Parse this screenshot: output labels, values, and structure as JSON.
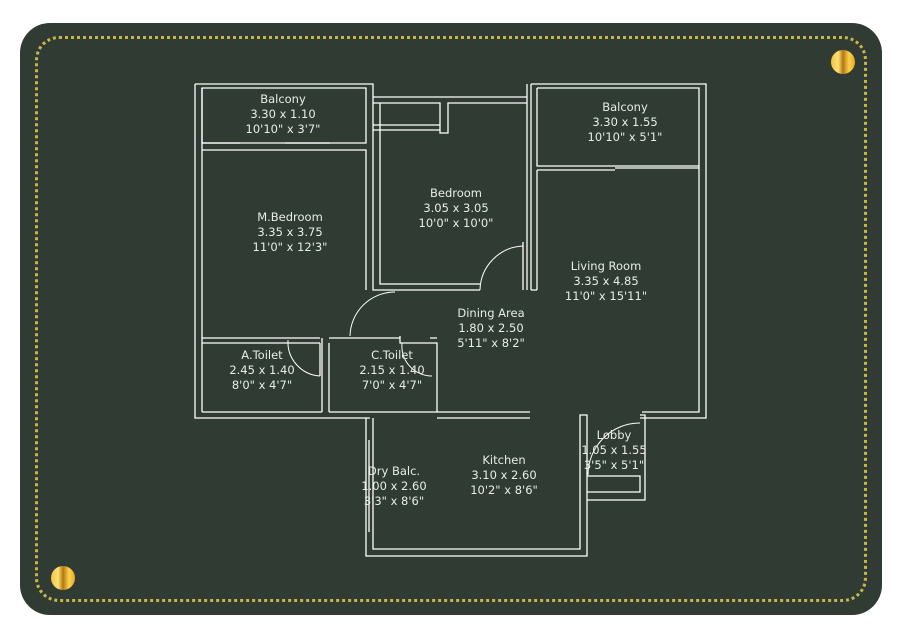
{
  "colors": {
    "background": "#2f3b33",
    "border": "#c9b64a",
    "walls": "#ffffff",
    "text": "#e9ece8"
  },
  "rooms": [
    {
      "name": "Balcony",
      "metric": "3.30 x 1.10",
      "imperial": "10'10\" x 3'7\""
    },
    {
      "name": "Balcony",
      "metric": "3.30 x 1.55",
      "imperial": "10'10\" x 5'1\""
    },
    {
      "name": "Bedroom",
      "metric": "3.05 x 3.05",
      "imperial": "10'0\" x 10'0\""
    },
    {
      "name": "M.Bedroom",
      "metric": "3.35 x 3.75",
      "imperial": "11'0\" x 12'3\""
    },
    {
      "name": "Living Room",
      "metric": "3.35 x 4.85",
      "imperial": "11'0\" x 15'11\""
    },
    {
      "name": "Dining Area",
      "metric": "1.80 x 2.50",
      "imperial": "5'11\" x 8'2\""
    },
    {
      "name": "A.Toilet",
      "metric": "2.45 x 1.40",
      "imperial": "8'0\" x 4'7\""
    },
    {
      "name": "C.Toilet",
      "metric": "2.15 x 1.40",
      "imperial": "7'0\" x 4'7\""
    },
    {
      "name": "Lobby",
      "metric": "1.05 x 1.55",
      "imperial": "3'5\" x 5'1\""
    },
    {
      "name": "Kitchen",
      "metric": "3.10 x 2.60",
      "imperial": "10'2\" x 8'6\""
    },
    {
      "name": "Dry Balc.",
      "metric": "1.00 x 2.60",
      "imperial": "3'3\" x 8'6\""
    }
  ]
}
